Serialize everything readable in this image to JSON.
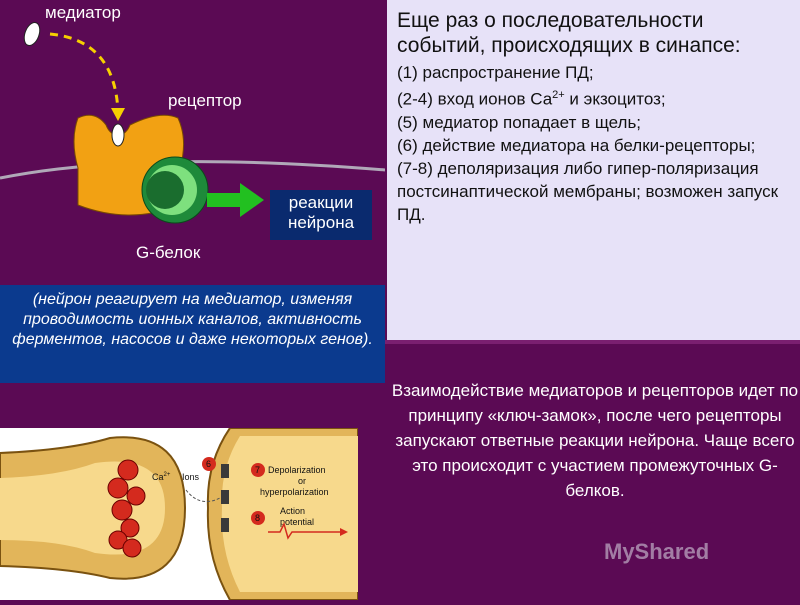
{
  "diagram": {
    "mediator_label": "медиатор",
    "receptor_label": "рецептор",
    "gprotein_label": "G-белок",
    "reaction_line1": "реакции",
    "reaction_line2": "нейрона"
  },
  "note": {
    "text": "(нейрон реагирует на медиатор, изменяя проводимость ионных каналов, активность ферментов, насосов и даже некоторых генов)."
  },
  "sequence": {
    "title": "Еще раз о последовательности событий, происходящих в синапсе:",
    "item1": "(1) распространение ПД;",
    "item2_pre": "(2-4) вход ионов Са",
    "item2_sup": "2+",
    "item2_post": " и экзоцитоз;",
    "item3": "(5) медиатор попадает в щель;",
    "item4": "(6) действие медиатора на белки-рецепторы;",
    "item5": "(7-8) деполяризация либо гипер-поляризация постсинаптической мембраны; возможен запуск ПД."
  },
  "key_lock": {
    "text": "Взаимодействие медиаторов и рецепторов идет по принципу «ключ-замок», после чего рецепторы запускают ответные реакции нейрона. Чаще всего это происходит с участием промежуточных G-белков."
  },
  "synapse": {
    "ca_label": "Ca",
    "ca_sup": "2+",
    "ions_label": "Ions",
    "depol_label": "Depolarization",
    "or_label": "or",
    "hyper_label": "hyperpolarization",
    "action_label": "Action",
    "potential_label": "potential",
    "num6": "6",
    "num7": "7",
    "num8": "8"
  },
  "watermark": "MyShared",
  "colors": {
    "background": "#5b0a54",
    "note_box": "#0b3a8e",
    "seq_box": "#e7e2f8",
    "receptor": "#f2a113",
    "gprotein": "#1e8a3a",
    "arrow": "#22c020"
  }
}
